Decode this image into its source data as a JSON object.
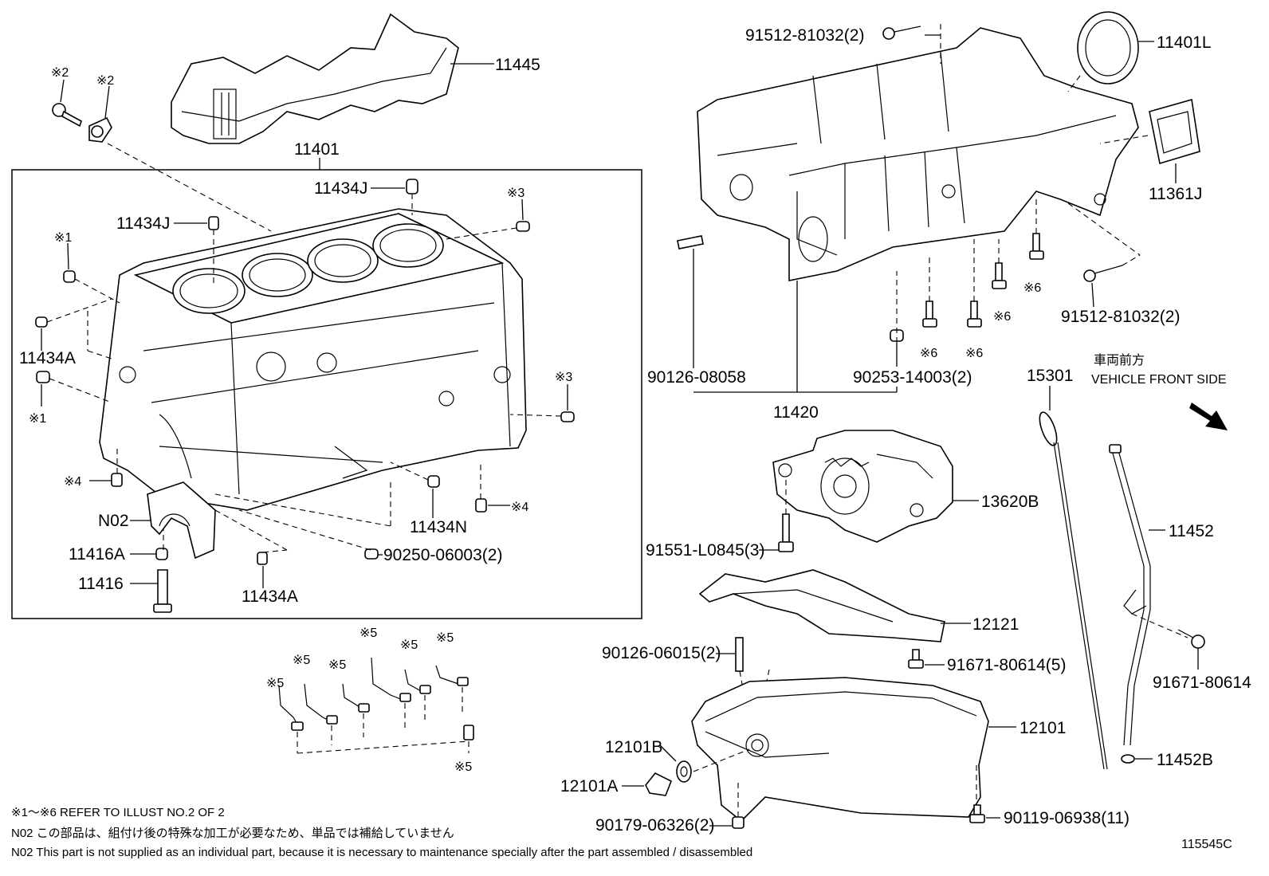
{
  "labels": {
    "p11445": "11445",
    "p11401": "11401",
    "p11434J_a": "11434J",
    "p11434J_b": "11434J",
    "p11434A_a": "11434A",
    "p11434A_b": "11434A",
    "p11434N": "11434N",
    "pN02": "N02",
    "p11416A": "11416A",
    "p11416": "11416",
    "p90250": "90250-06003(2)",
    "p91512_a": "91512-81032(2)",
    "p91512_b": "91512-81032(2)",
    "p11401L": "11401L",
    "p11361J": "11361J",
    "p90126_08058": "90126-08058",
    "p90253": "90253-14003(2)",
    "p11420": "11420",
    "p15301": "15301",
    "p13620B": "13620B",
    "p91551": "91551-L0845(3)",
    "p11452": "11452",
    "p12121": "12121",
    "p90126_06015": "90126-06015(2)",
    "p91671_a": "91671-80614(5)",
    "p91671_b": "91671-80614",
    "p12101": "12101",
    "p12101B": "12101B",
    "p12101A": "12101A",
    "p90179": "90179-06326(2)",
    "p90119": "90119-06938(11)",
    "p11452B": "11452B",
    "front_jp": "車両前方",
    "front_en": "VEHICLE FRONT SIDE",
    "ref_num": "115545C"
  },
  "marks": {
    "m2a": "※2",
    "m2b": "※2",
    "m1a": "※1",
    "m1b": "※1",
    "m3a": "※3",
    "m3b": "※3",
    "m4a": "※4",
    "m4b": "※4",
    "m5a": "※5",
    "m5b": "※5",
    "m5c": "※5",
    "m5d": "※5",
    "m5e": "※5",
    "m5f": "※5",
    "m5g": "※5",
    "m6a": "※6",
    "m6b": "※6",
    "m6c": "※6",
    "m6d": "※6"
  },
  "notes": {
    "refer": "※1～※6  REFER TO ILLUST NO.2 OF 2",
    "n02_jp": "N02  この部品は、組付け後の特殊な加工が必要なため、単品では補給していません",
    "n02_en": "N02  This part is not supplied as an individual part, because it is necessary to maintenance specially after the part assembled / disassembled"
  }
}
